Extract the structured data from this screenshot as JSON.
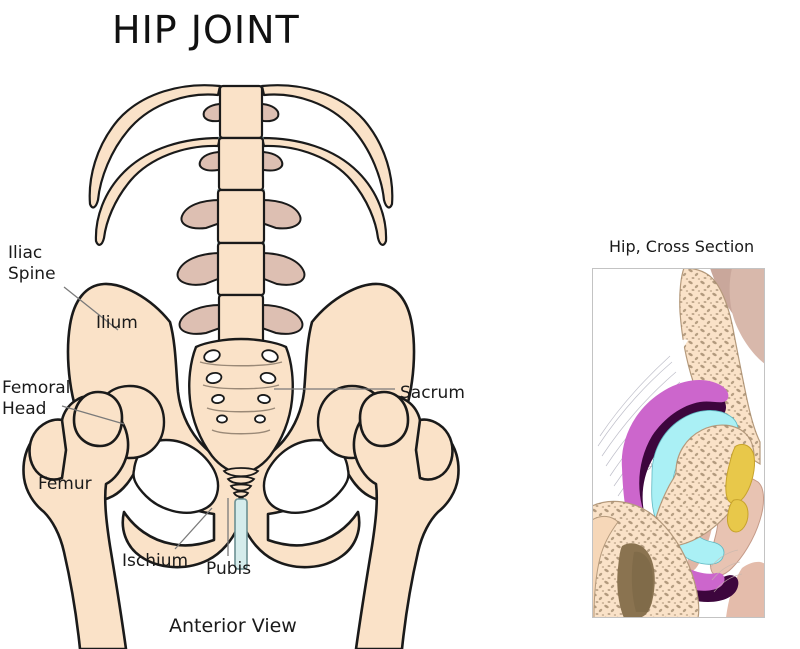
{
  "figure": {
    "title": "HIP JOINT",
    "anterior_caption": "Anterior View",
    "cross_section_caption": "Hip, Cross Section"
  },
  "labels": {
    "iliac_spine": "Iliac\nSpine",
    "ilium": "Ilium",
    "femoral_head": "Femoral\nHead",
    "sacrum": "Sacrum",
    "femur": "Femur",
    "ischium": "Ischium",
    "pubis": "Pubis"
  },
  "colors": {
    "bone_fill": "#fae2c8",
    "bone_outline": "#1a1a1a",
    "cartilage_disc": "#d5ecec",
    "vertebra_process": "#ddbfb2",
    "trabecular_speck": "#a08a6e",
    "articular_cartilage": "#aaf0f5",
    "joint_capsule_dark": "#3d063d",
    "labrum_magenta": "#cc66cc",
    "fat_pad_yellow": "#e8c84a",
    "marrow_brown": "#8a7350",
    "soft_tissue_mauve": "#c9a79b",
    "muscle_pink": "#e8c3b2",
    "leader_line": "#7a7a7a",
    "panel_border": "#c3c3c3",
    "background": "#ffffff",
    "text": "#1a1a1a"
  },
  "structures": {
    "anterior_view": [
      "lumbar-vertebrae",
      "ribs",
      "intervertebral-discs",
      "ilium",
      "sacrum",
      "coccyx",
      "pubis",
      "pubic-symphysis",
      "ischium",
      "obturator-foramen",
      "acetabulum",
      "femoral-head",
      "femoral-neck",
      "greater-trochanter",
      "femur-shaft"
    ],
    "cross_section": [
      "acetabulum",
      "articular-cartilage",
      "joint-capsule",
      "acetabular-labrum",
      "fat-pad",
      "femoral-head",
      "femoral-neck",
      "trabecular-bone",
      "marrow-cavity",
      "soft-tissue",
      "fibrous-capsule-fibers"
    ]
  }
}
